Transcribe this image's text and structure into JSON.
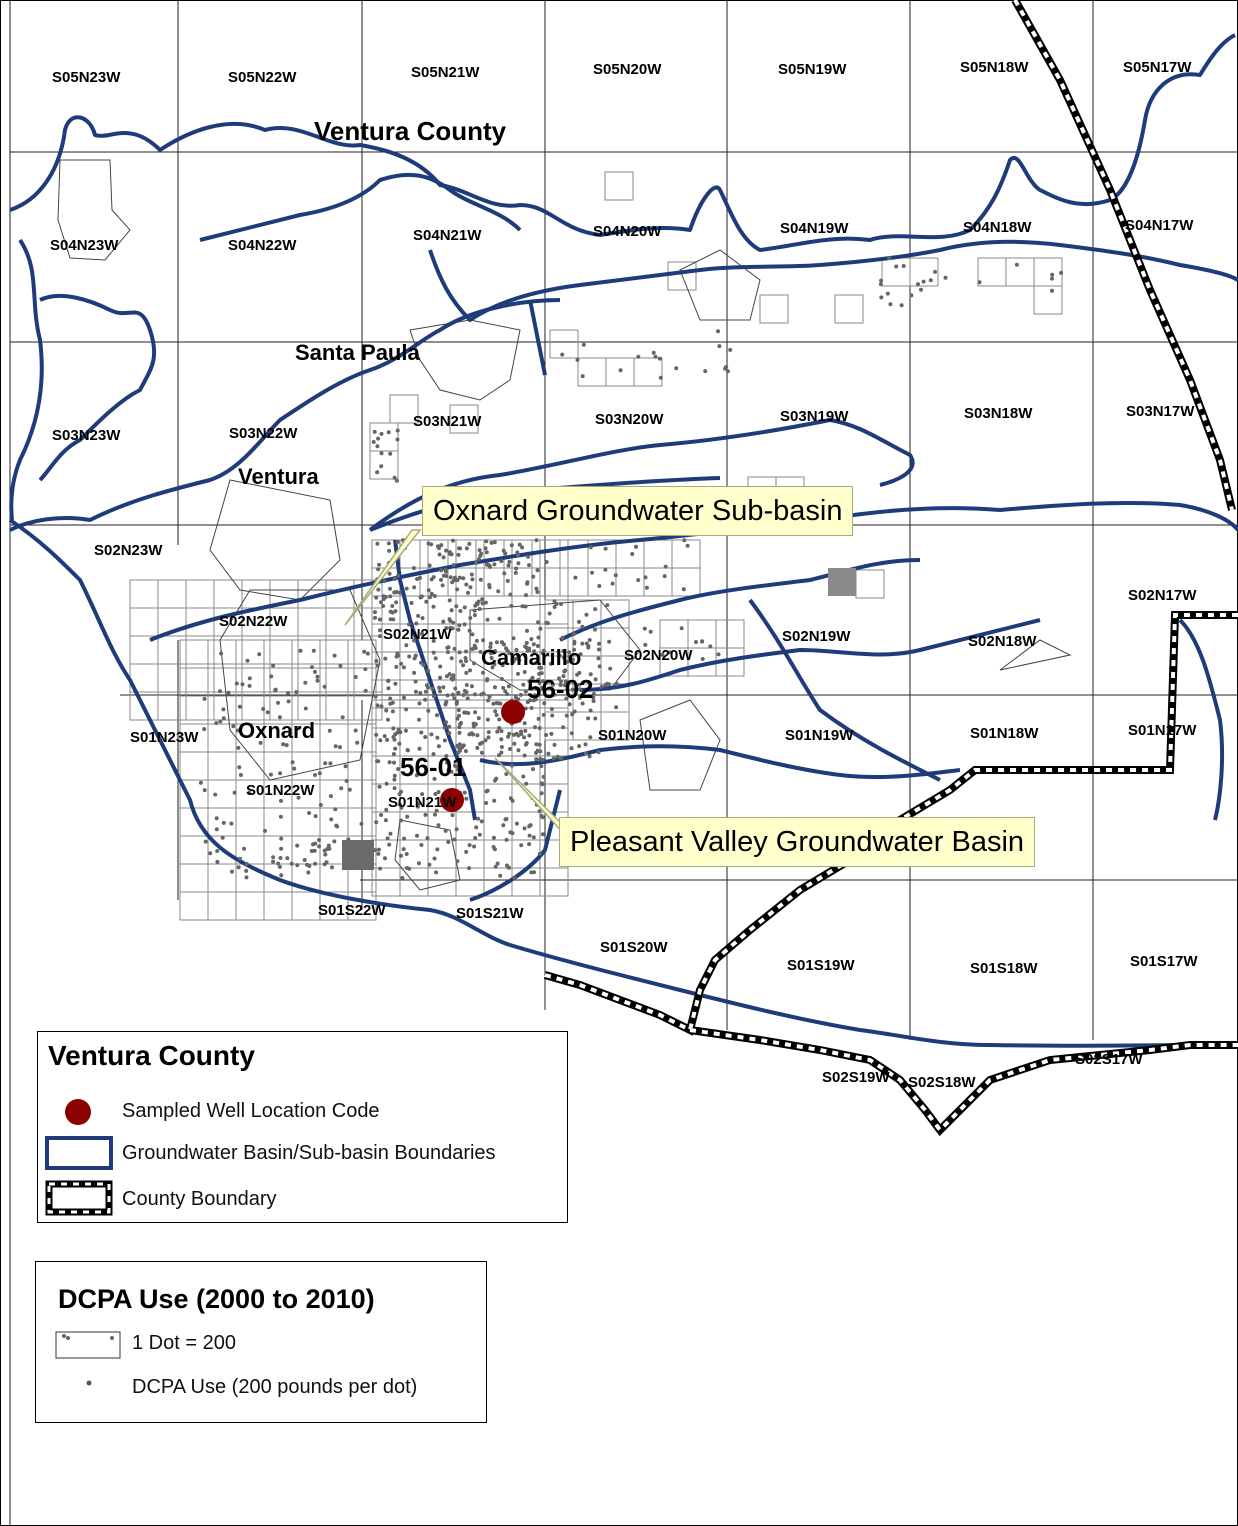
{
  "map": {
    "county_title": "Ventura County",
    "cities": [
      "Santa Paula",
      "Ventura",
      "Oxnard",
      "Camarillo"
    ],
    "wells": [
      {
        "code": "56-02",
        "color": "#8b0000"
      },
      {
        "code": "56-01",
        "color": "#8b0000"
      }
    ],
    "townships": [
      "S05N23W",
      "S05N22W",
      "S05N21W",
      "S05N20W",
      "S05N19W",
      "S05N18W",
      "S05N17W",
      "S04N23W",
      "S04N22W",
      "S04N21W",
      "S04N20W",
      "S04N19W",
      "S04N18W",
      "S04N17W",
      "S03N23W",
      "S03N22W",
      "S03N21W",
      "S03N20W",
      "S03N19W",
      "S03N18W",
      "S03N17W",
      "S02N23W",
      "S02N22W",
      "S02N21W",
      "S02N20W",
      "S02N19W",
      "S02N18W",
      "S02N17W",
      "S01N23W",
      "S01N22W",
      "S01N21W",
      "S01N20W",
      "S01N19W",
      "S01N18W",
      "S01N17W",
      "S01S22W",
      "S01S21W",
      "S01S20W",
      "S01S19W",
      "S01S18W",
      "S01S17W",
      "S02S19W",
      "S02S18W",
      "S02S17W"
    ],
    "colors": {
      "basin_boundary": "#1f3c7a",
      "county_boundary": "#000000",
      "well": "#8b0000",
      "dot": "#555555",
      "callout_bg": "#ffffcc"
    }
  },
  "callouts": {
    "oxnard": "Oxnard Groundwater Sub-basin",
    "pleasant_valley": "Pleasant Valley Groundwater Basin"
  },
  "legend1": {
    "title": "Ventura County",
    "well": "Sampled Well Location Code",
    "basin": "Groundwater Basin/Sub-basin Boundaries",
    "county": "County Boundary"
  },
  "legend2": {
    "title": "DCPA Use (2000 to 2010)",
    "dot_value": "1 Dot = 200",
    "dot_desc": "DCPA Use (200 pounds per dot)"
  }
}
